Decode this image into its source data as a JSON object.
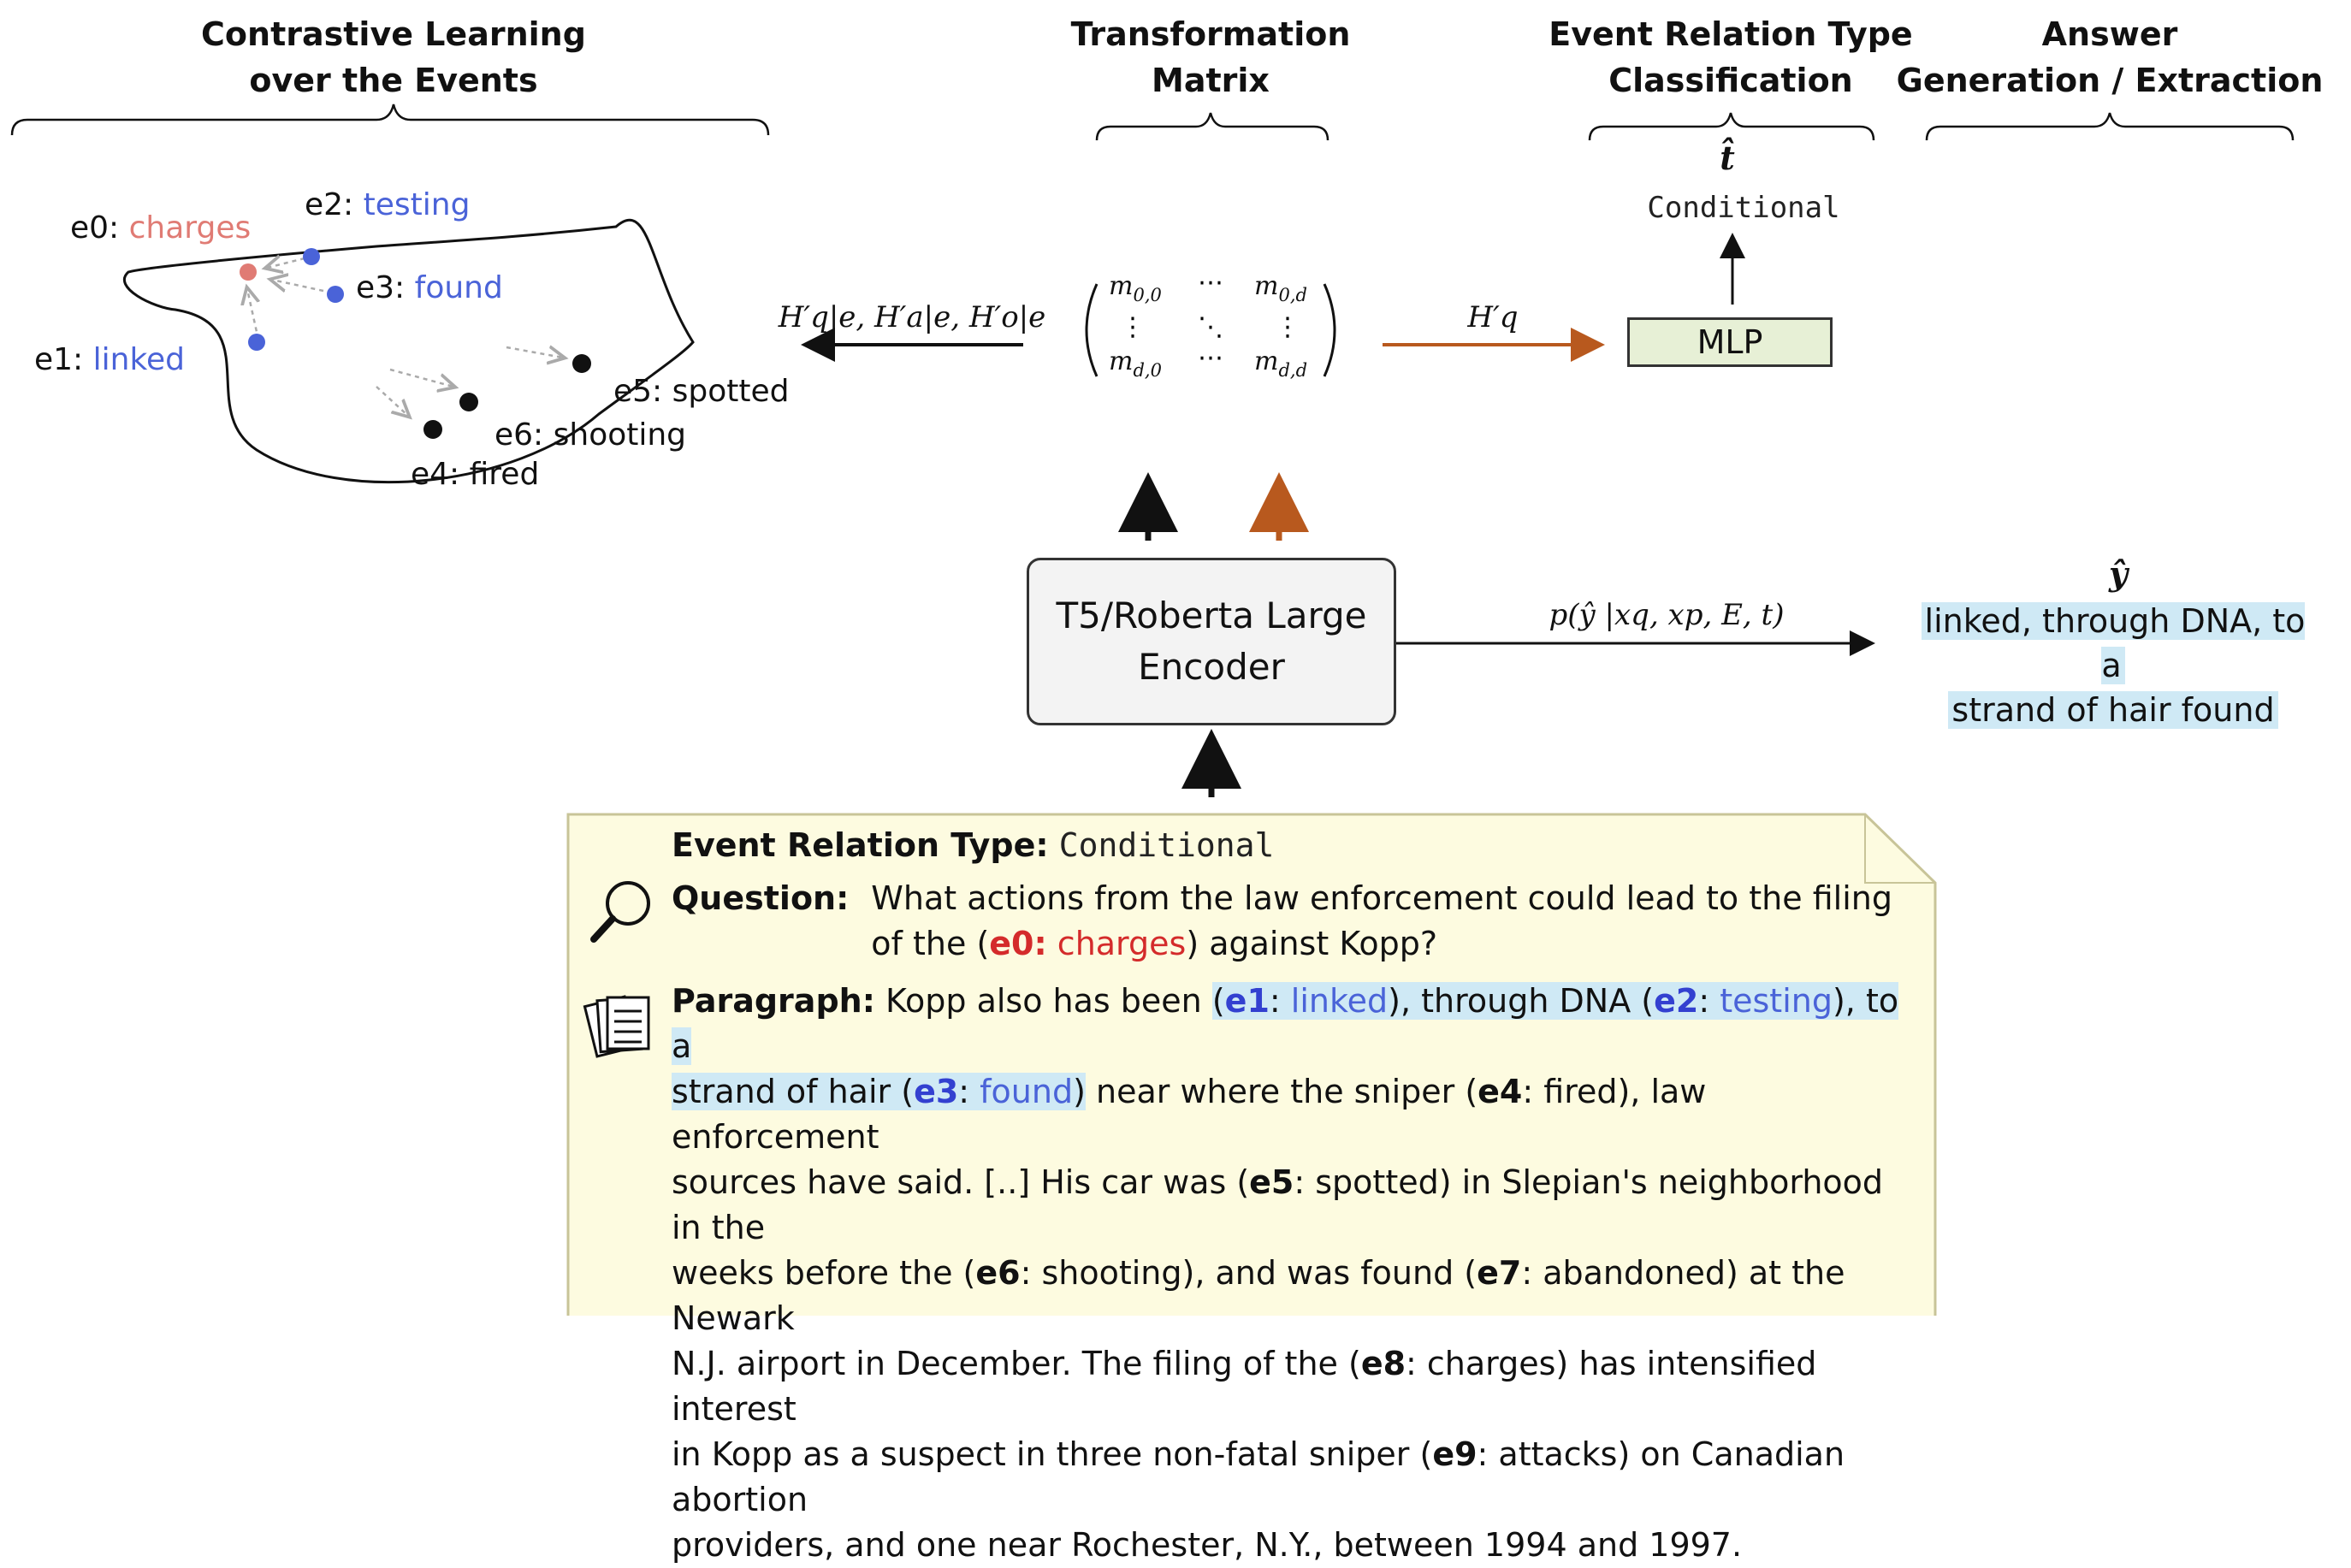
{
  "headers": {
    "contrastive_line1": "Contrastive Learning",
    "contrastive_line2": "over the Events",
    "transform_line1": "Transformation",
    "transform_line2": "Matrix",
    "classification_line1": "Event Relation Type",
    "classification_line2": "Classification",
    "answer_line1": "Answer",
    "answer_line2": "Generation / Extraction"
  },
  "events": {
    "e0": {
      "id": "e0:",
      "word": "charges"
    },
    "e1": {
      "id": "e1:",
      "word": "linked"
    },
    "e2": {
      "id": "e2:",
      "word": "testing"
    },
    "e3": {
      "id": "e3:",
      "word": "found"
    },
    "e4": "e4: fired",
    "e5": "e5: spotted",
    "e6": "e6: shooting"
  },
  "matrix": {
    "m00": "m",
    "m00_sub": "0,0",
    "m0d": "m",
    "m0d_sub": "0,d",
    "md0": "m",
    "md0_sub": "d,0",
    "mdd": "m",
    "mdd_sub": "d,d",
    "hdots": "⋯",
    "vdots": "⋮",
    "ddots": "⋱"
  },
  "arrows": {
    "hidden_left": "H′q|e, H′a|e, H′o|e",
    "hidden_right": "H′q",
    "prob": "p(ŷ |xq, xp, E, t)"
  },
  "classification": {
    "t_hat": "t̂",
    "predicted": "Conditional",
    "mlp": "MLP"
  },
  "encoder": {
    "line1": "T5/Roberta Large",
    "line2": "Encoder"
  },
  "answer": {
    "y_hat": "ŷ",
    "line1": "linked, through DNA, to a",
    "line2": "strand of hair found"
  },
  "card": {
    "ert_label": "Event Relation Type",
    "ert_value": "Conditional",
    "question_label": "Question:",
    "q_text1": "What actions from the law enforcement could lead to the filing",
    "q_text2_pre": "of the (",
    "q_e0_id": "e0:",
    "q_e0_word": "charges",
    "q_text2_post": ") against Kopp?",
    "paragraph_label": "Paragraph:",
    "p_a": "Kopp also has been ",
    "p_e1_open": "(",
    "p_e1_id": "e1",
    "p_e1_word": "linked",
    "p_mid1": "), through DNA (",
    "p_e2_id": "e2",
    "p_e2_word": "testing",
    "p_mid2": "), to a",
    "p_mid3": "strand of hair (",
    "p_e3_id": "e3",
    "p_e3_word": "found",
    "p_mid3_end": ")",
    "p_b1": " near where the sniper (",
    "p_e4_id": "e4",
    "p_b2": ": fired), law enforcement",
    "p_c1": "sources have said. [..] His car was (",
    "p_e5_id": "e5",
    "p_c2": ": spotted) in Slepian's neighborhood in the",
    "p_d1": "weeks before the (",
    "p_e6_id": "e6",
    "p_d2": ": shooting), and was found (",
    "p_e7_id": "e7",
    "p_d3": ": abandoned) at the Newark",
    "p_e1t": "N.J. airport in December. The filing of the (",
    "p_e8_id": "e8",
    "p_e2t": ": charges) has intensified interest",
    "p_f1": "in Kopp as a suspect in three non-fatal sniper (",
    "p_e9_id": "e9",
    "p_f2": ": attacks) on Canadian abortion",
    "p_g": "providers, and one near Rochester, N.Y., between 1994 and 1997."
  },
  "colors": {
    "orange_arrow": "#b8591e",
    "event_blue": "#4a63d8",
    "event_pink": "#e07b74",
    "event_red": "#d42b2b",
    "highlight": "#cfe9f5",
    "mlp_fill": "#e7f0d6",
    "card_fill": "#fdfbe0",
    "card_border": "#c8c498"
  },
  "icons": {
    "magnifier": "magnifier-icon",
    "documents": "documents-icon"
  }
}
